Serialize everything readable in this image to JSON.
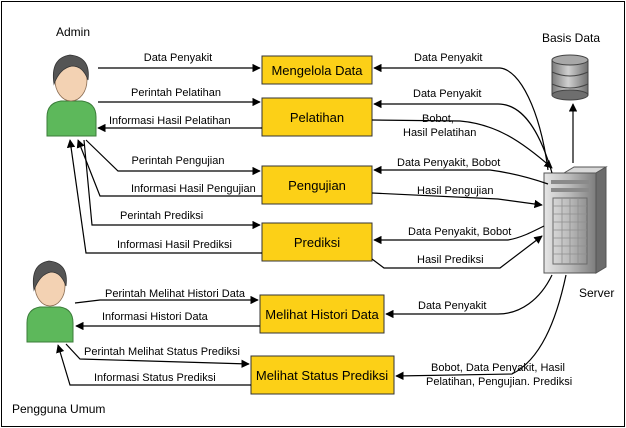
{
  "colors": {
    "process_box": "#fcd017",
    "actor_body": "#5db85b",
    "actor_face": "#f3d2b3",
    "actor_hair": "#555555"
  },
  "actors": {
    "admin": "Admin",
    "public_user": "Pengguna Umum",
    "database": "Basis Data",
    "server": "Server"
  },
  "processes": {
    "manage_data": "Mengelola Data",
    "training": "Pelatihan",
    "testing": "Pengujian",
    "prediction": "Prediksi",
    "view_history": "Melihat Histori Data",
    "view_status": "Melihat Status Prediksi"
  },
  "flows": {
    "admin_manage_data": "Data Penyakit",
    "server_manage_data": "Data Penyakit",
    "admin_training_cmd": "Perintah Pelatihan",
    "training_info": "Informasi Hasil Pelatihan",
    "server_training_data": "Data Penyakit",
    "training_result_1": "Bobot,",
    "training_result_2": "Hasil Pelatihan",
    "admin_testing_cmd": "Perintah Pengujian",
    "testing_info": "Informasi Hasil Pengujian",
    "server_testing_data": "Data Penyakit, Bobot",
    "testing_result": "Hasil Pengujian",
    "admin_prediction_cmd": "Perintah Prediksi",
    "prediction_info": "Informasi Hasil Prediksi",
    "server_prediction_data": "Data Penyakit, Bobot",
    "prediction_result": "Hasil Prediksi",
    "history_cmd": "Perintah Melihat Histori Data",
    "history_info": "Informasi Histori Data",
    "server_history_data": "Data Penyakit",
    "status_cmd": "Perintah Melihat Status Prediksi",
    "status_info": "Informasi Status Prediksi",
    "server_status_data_1": "Bobot, Data Penyakit, Hasil",
    "server_status_data_2": "Pelatihan, Pengujian. Prediksi"
  }
}
